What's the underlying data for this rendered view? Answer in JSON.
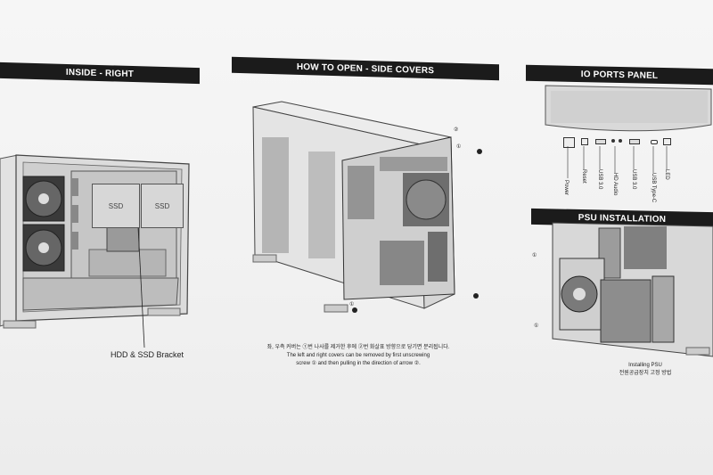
{
  "sections": {
    "inside_right": {
      "title": "INSIDE - RIGHT",
      "callout": "HDD & SSD Bracket",
      "ssd_label": "SSD"
    },
    "side_covers": {
      "title": "HOW TO OPEN - SIDE COVERS",
      "marker_1": "①",
      "marker_2": "②",
      "caption_ko": "좌, 우측 커버는 ①번 나사를 제거한 후에 ②번 화살표 방향으로 당기면 분리됩니다.",
      "caption_en_1": "The left and right covers can be removed by first unscrewing",
      "caption_en_2": "screw ① and then pulling in the direction of arrow ②."
    },
    "io_ports": {
      "title": "IO PORTS PANEL",
      "ports": [
        "Power",
        "Reset",
        "USB 3.0",
        "HD Audio",
        "USB 3.0",
        "USB Type-C",
        "LED"
      ]
    },
    "psu": {
      "title": "PSU INSTALLATION",
      "caption_en": "Installing PSU",
      "caption_ko": "전원공급장치 고정 방법",
      "marker": "①"
    }
  }
}
